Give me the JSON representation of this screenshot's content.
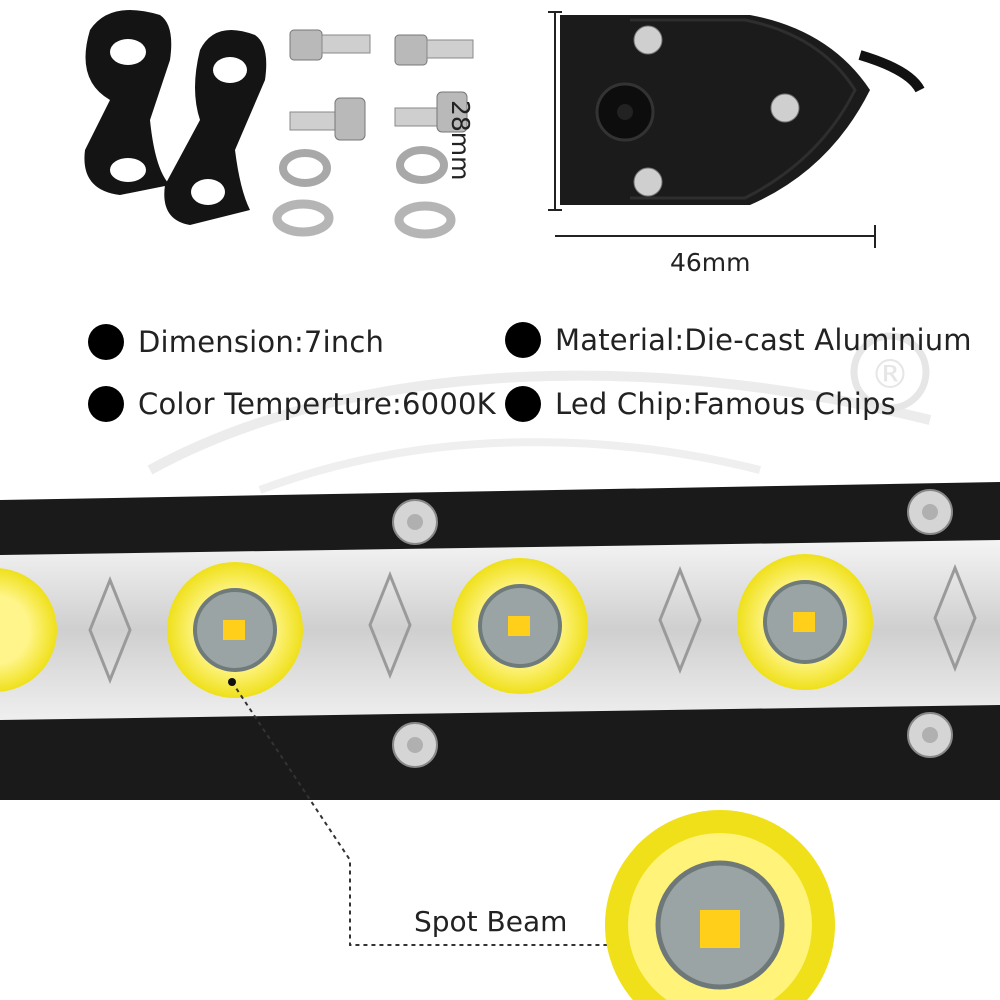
{
  "dimensions": {
    "height_label": "28mm",
    "width_label": "46mm"
  },
  "specs": [
    {
      "label": "Dimension:7inch"
    },
    {
      "label": "Color Temperture:6000K"
    },
    {
      "label": "Material:Die-cast Aluminium"
    },
    {
      "label": "Led Chip:Famous Chips"
    }
  ],
  "callout": {
    "label": "Spot Beam"
  },
  "watermark": {
    "symbol": "®"
  },
  "colors": {
    "housing": "#1a1a1a",
    "reflector_yellow": "#f2e41b",
    "chip": "#ffd21a",
    "chrome": "#d9d9d9"
  }
}
